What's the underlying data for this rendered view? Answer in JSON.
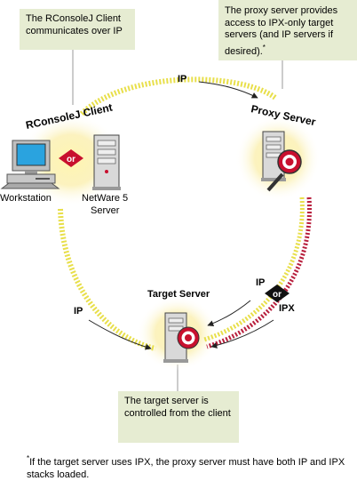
{
  "callouts": {
    "client": "The RConsoleJ Client communicates over IP",
    "proxy": "The proxy server provides access to IPX-only target servers (and IP servers if desired).",
    "proxy_mark": "*",
    "target": "The target server is controlled from the client"
  },
  "nodes": {
    "client_title": "RConsoleJ Client",
    "proxy_title": "Proxy Server",
    "target_title": "Target Server",
    "workstation": "Workstation",
    "netware_line1": "NetWare 5",
    "netware_line2": "Server",
    "or_client": "or",
    "or_link": "or"
  },
  "links": {
    "ip_top": "IP",
    "ip_left": "IP",
    "ip_right": "IP",
    "ipx_right": "IPX"
  },
  "footnote": {
    "mark": "*",
    "text": "If the target server uses IPX, the proxy server must have both IP and IPX stacks loaded."
  },
  "colors": {
    "callout_bg": "#e6ecd2",
    "ip_path": "#e8df4a",
    "ipx_path": "#b81e3c",
    "glow": "#fff2a8",
    "accent_red": "#c8102e"
  }
}
